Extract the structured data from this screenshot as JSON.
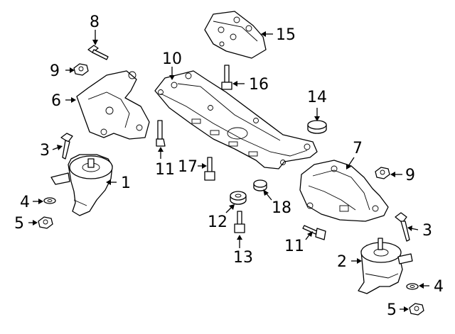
{
  "callouts": {
    "c1": "1",
    "c2": "2",
    "c3a": "3",
    "c3b": "3",
    "c4a": "4",
    "c4b": "4",
    "c5a": "5",
    "c5b": "5",
    "c6": "6",
    "c7": "7",
    "c8": "8",
    "c9a": "9",
    "c9b": "9",
    "c10": "10",
    "c11a": "11",
    "c11b": "11",
    "c12": "12",
    "c13": "13",
    "c14": "14",
    "c15": "15",
    "c16": "16",
    "c17": "17",
    "c18": "18"
  },
  "colors": {
    "line": "#000000",
    "background": "#ffffff"
  }
}
